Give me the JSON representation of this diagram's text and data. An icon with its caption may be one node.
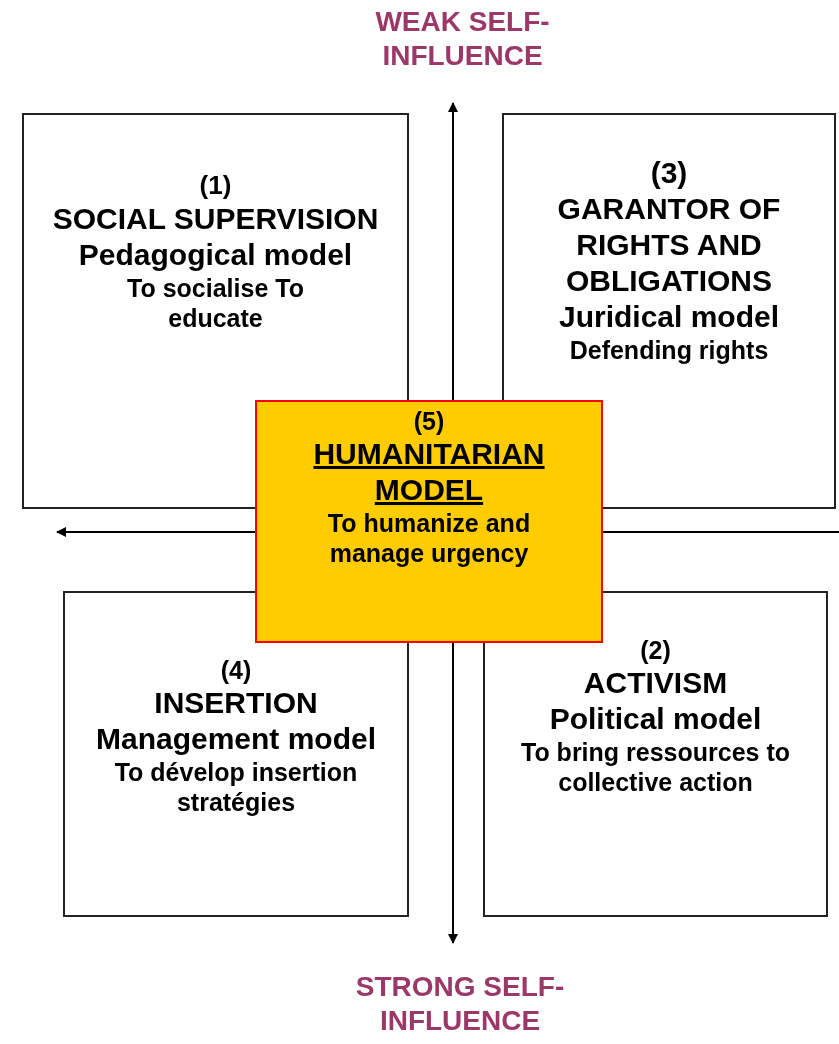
{
  "diagram": {
    "nodes": [
      {
        "text": [
          "(1)",
          "SOCIAL SUPERVISION",
          "Pedagogical model",
          "To socialise To educate"
        ]
      },
      {
        "text": [
          "(3)",
          "GARANTOR OF RIGHTS AND OBLIGATIONS",
          "Juridical model",
          "Defending rights"
        ]
      },
      {
        "text": [
          "(5)",
          "HUMANITARIAN MODEL",
          "To humanize and manage urgency"
        ]
      },
      {
        "text": [
          "(4)",
          "INSERTION",
          "Management model",
          "To dévelop insertion stratégies"
        ]
      },
      {
        "text": [
          "(2)",
          "ACTIVISM",
          "Political model",
          "To bring ressources to collective action"
        ]
      }
    ],
    "edges": [],
    "labels": [
      "WEAK SELF-INFLUENCE",
      "STRONG SELF-INFLUENCE"
    ]
  }
}
